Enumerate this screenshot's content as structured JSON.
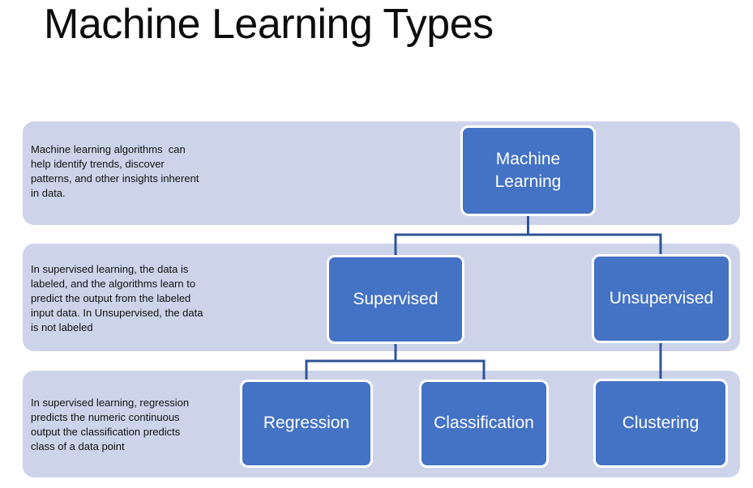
{
  "slide_title": "Machine Learning Types",
  "colors": {
    "node_fill": "#4472C4",
    "node_border": "#FFFFFF",
    "node_text": "#FFFFFF",
    "band_fill": "#CDD4EA",
    "connector": "#2F5496",
    "title_text": "#0D0D0D",
    "body_text": "#111111",
    "background": "#FFFFFF"
  },
  "rows": [
    {
      "description": "Machine learning algorithms  can\nhelp identify trends, discover\npatterns, and other insights inherent\nin data."
    },
    {
      "description": "In supervised learning, the data is\nlabeled, and the algorithms learn to\npredict the output from the labeled\ninput data. In Unsupervised, the data\nis not labeled"
    },
    {
      "description": "In supervised learning, regression\npredicts the numeric continuous\noutput the classification predicts\nclass of a data point"
    }
  ],
  "diagram": {
    "type": "hierarchy",
    "nodes": {
      "machine_learning": {
        "label": "Machine Learning"
      },
      "supervised": {
        "label": "Supervised"
      },
      "unsupervised": {
        "label": "Unsupervised"
      },
      "regression": {
        "label": "Regression"
      },
      "classification": {
        "label": "Classification"
      },
      "clustering": {
        "label": "Clustering"
      }
    },
    "edges": [
      {
        "from": "Machine Learning",
        "to": "Supervised"
      },
      {
        "from": "Machine Learning",
        "to": "Unsupervised"
      },
      {
        "from": "Supervised",
        "to": "Regression"
      },
      {
        "from": "Supervised",
        "to": "Classification"
      },
      {
        "from": "Unsupervised",
        "to": "Clustering"
      }
    ]
  }
}
